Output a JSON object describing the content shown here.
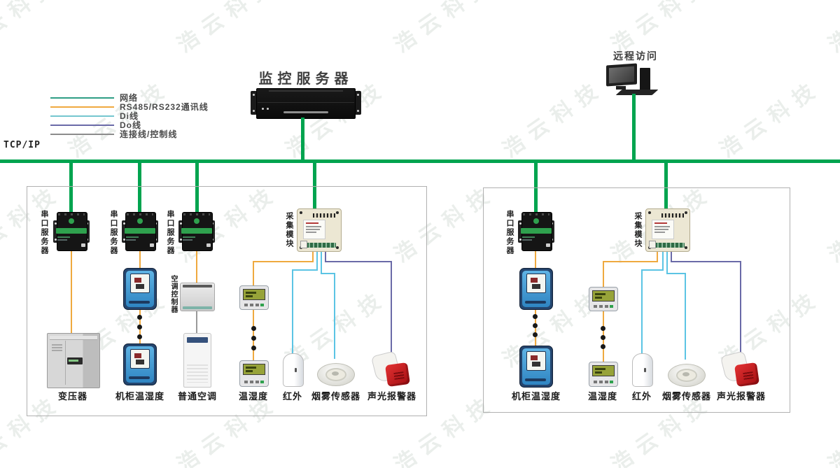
{
  "watermark_text": "浩云科技",
  "colors": {
    "trunk_green": "#00a44f",
    "rs485_orange": "#efa93f",
    "di_cyan": "#5bc4e4",
    "do_purple": "#6a6aa8",
    "control_gray": "#9a9a9a"
  },
  "legend": {
    "items": [
      {
        "label": "网络",
        "color": "#2f9e85"
      },
      {
        "label": "RS485/RS232通讯线",
        "color": "#efa93f"
      },
      {
        "label": "Di线",
        "color": "#74c6cf"
      },
      {
        "label": "Do线",
        "color": "#6a6aa8"
      },
      {
        "label": "连接线/控制线",
        "color": "#8c8c8c"
      }
    ]
  },
  "network": {
    "tcp_ip_label": "TCP/IP"
  },
  "server": {
    "title": "监控服务器"
  },
  "remote_access": {
    "label": "远程访问"
  },
  "left_zone": {
    "serial_server_labels": [
      "串口服务器",
      "串口服务器",
      "串口服务器"
    ],
    "collector_label": "采集模块",
    "ac_controller_label": "空调控制器",
    "device_labels": [
      "变压器",
      "机柜温湿度",
      "普通空调",
      "温湿度",
      "红外",
      "烟雾传感器",
      "声光报警器"
    ]
  },
  "right_zone": {
    "serial_server_label": "串口服务器",
    "collector_label": "采集模块",
    "device_labels": [
      "机柜温湿度",
      "温湿度",
      "红外",
      "烟雾传感器",
      "声光报警器"
    ]
  }
}
